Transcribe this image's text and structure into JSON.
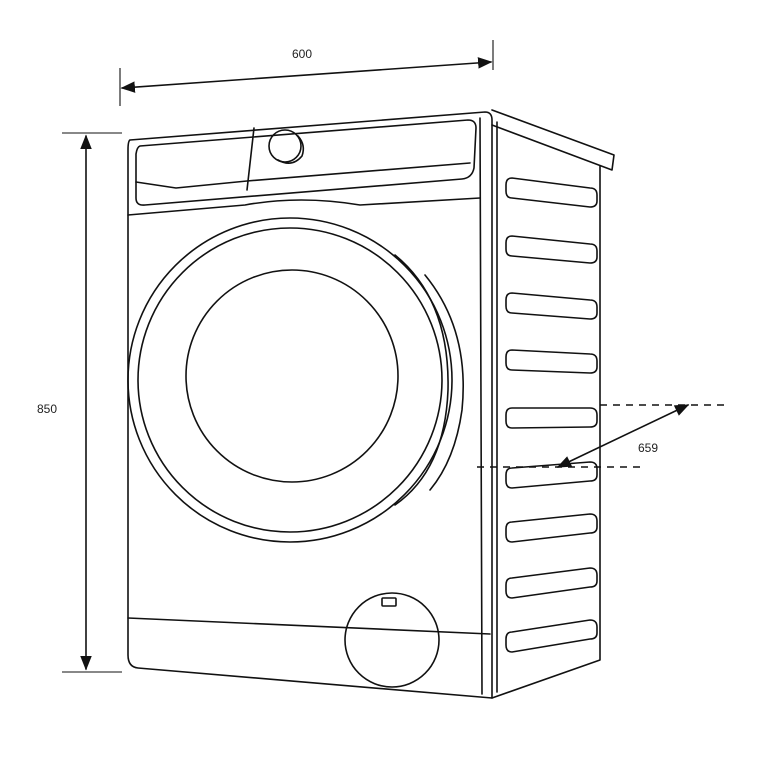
{
  "dimensions": {
    "width": "600",
    "height": "850",
    "depth": "659"
  },
  "colors": {
    "line": "#111111",
    "background": "#ffffff"
  }
}
